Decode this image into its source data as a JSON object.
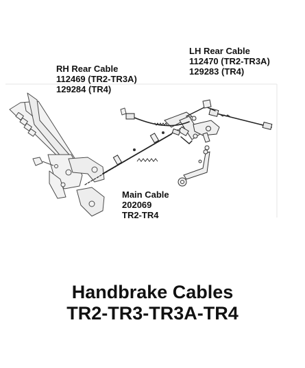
{
  "callouts": {
    "rh_rear": {
      "name": "RH Rear Cable",
      "line1": "112469 (TR2-TR3A)",
      "line2": "129284 (TR4)"
    },
    "lh_rear": {
      "name": "LH Rear Cable",
      "line1": "112470 (TR2-TR3A)",
      "line2": "129283 (TR4)"
    },
    "main": {
      "name": "Main Cable",
      "line1": "202069",
      "line2": "TR2-TR4"
    }
  },
  "title": {
    "line1": "Handbrake Cables",
    "line2": "TR2-TR3-TR3A-TR4"
  }
}
